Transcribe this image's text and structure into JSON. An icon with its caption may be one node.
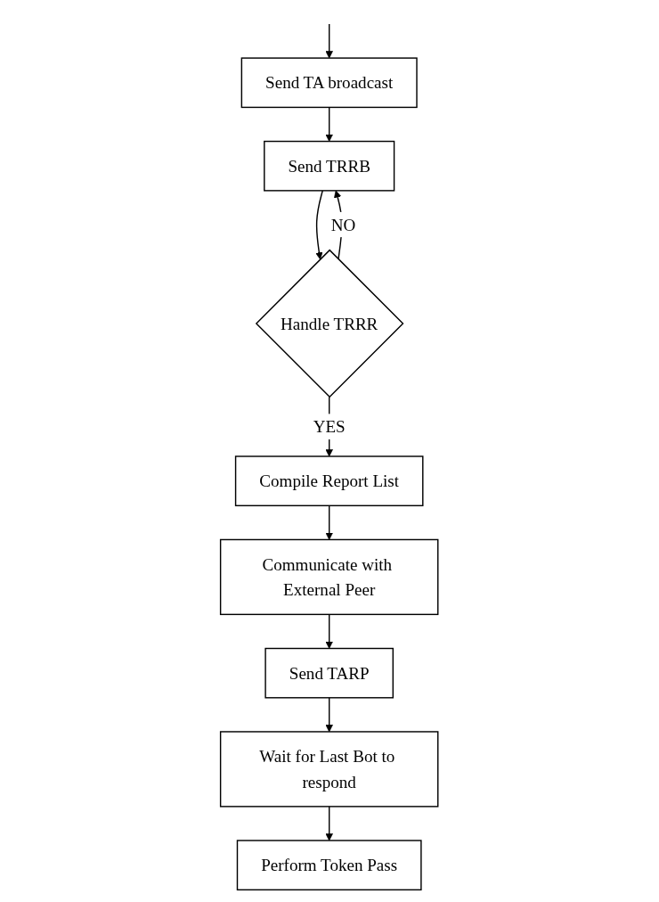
{
  "diagram": {
    "nodes": [
      {
        "text": [
          "Send TA broadcast"
        ]
      },
      {
        "text": [
          "Send TRRB"
        ]
      },
      {
        "text": [
          "Handle TRRR"
        ]
      },
      {
        "text": [
          "Compile Report List"
        ]
      },
      {
        "text": [
          "Communicate with External Peer"
        ]
      },
      {
        "text": [
          "Send TARP"
        ]
      },
      {
        "text": [
          "Wait for Last Bot to respond"
        ]
      },
      {
        "text": [
          "Perform Token Pass"
        ]
      }
    ],
    "edges": [
      {
        "from": null,
        "to": 0,
        "arrow": "to"
      },
      {
        "from": 0,
        "to": 1,
        "arrow": "to"
      },
      {
        "from": 1,
        "to": 2,
        "arrow": "to"
      },
      {
        "from": 2,
        "to": 1,
        "arrow": "to",
        "label": "NO"
      },
      {
        "from": 2,
        "to": 3,
        "arrow": "to",
        "label": "YES"
      },
      {
        "from": 3,
        "to": 4,
        "arrow": "to"
      },
      {
        "from": 4,
        "to": 5,
        "arrow": "to"
      },
      {
        "from": 5,
        "to": 6,
        "arrow": "to"
      },
      {
        "from": 6,
        "to": 7,
        "arrow": "to"
      }
    ]
  }
}
